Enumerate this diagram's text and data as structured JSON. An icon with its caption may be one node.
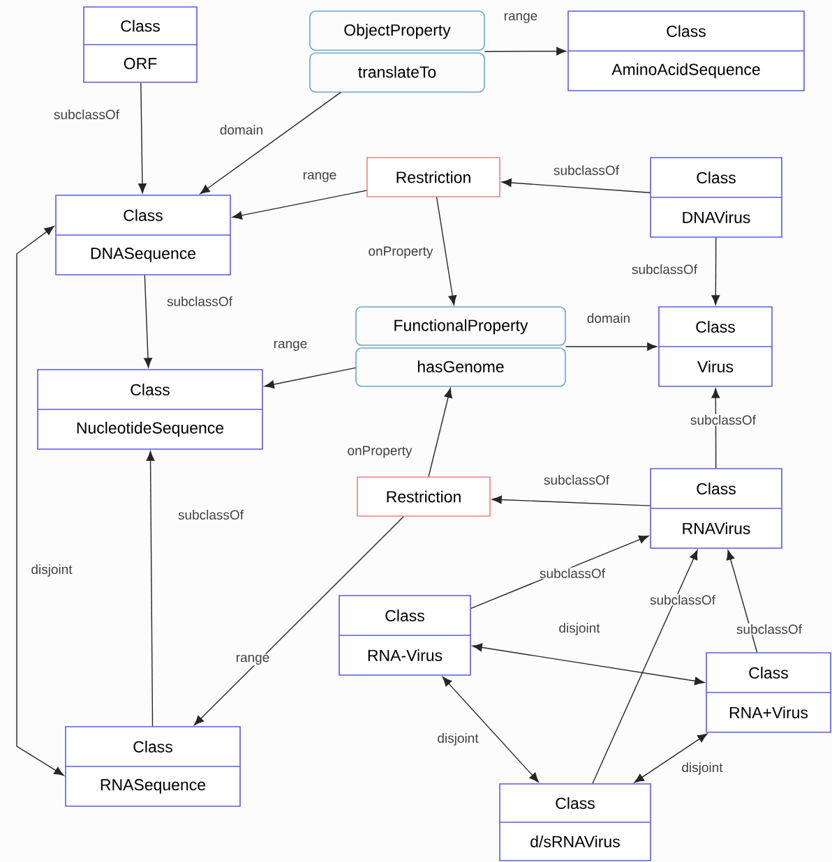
{
  "diagram": {
    "nodes": [
      {
        "text": [
          "Class",
          "ORF"
        ]
      },
      {
        "text": [
          "ObjectProperty",
          "translateTo"
        ]
      },
      {
        "text": [
          "Class",
          "AminoAcidSequence"
        ]
      },
      {
        "text": [
          "Restriction"
        ]
      },
      {
        "text": [
          "Class",
          "DNAVirus"
        ]
      },
      {
        "text": [
          "Class",
          "DNASequence"
        ]
      },
      {
        "text": [
          "FunctionalProperty",
          "hasGenome"
        ]
      },
      {
        "text": [
          "Class",
          "Virus"
        ]
      },
      {
        "text": [
          "Class",
          "NucleotideSequence"
        ]
      },
      {
        "text": [
          "Restriction"
        ]
      },
      {
        "text": [
          "Class",
          "RNAVirus"
        ]
      },
      {
        "text": [
          "Class",
          "RNA-Virus"
        ]
      },
      {
        "text": [
          "Class",
          "RNA+Virus"
        ]
      },
      {
        "text": [
          "Class",
          "RNASequence"
        ]
      },
      {
        "text": [
          "Class",
          "d/sRNAVirus"
        ]
      }
    ],
    "edges": [
      {
        "from": 0,
        "to": 5,
        "arrow": "to",
        "label": "subclassOf"
      },
      {
        "from": 1,
        "to": 5,
        "arrow": "to",
        "label": "domain"
      },
      {
        "from": 1,
        "to": 2,
        "arrow": "to",
        "label": "range"
      },
      {
        "from": 3,
        "to": 5,
        "arrow": "to",
        "label": "range"
      },
      {
        "from": 4,
        "to": 3,
        "arrow": "to",
        "label": "subclassOf"
      },
      {
        "from": 3,
        "to": 6,
        "arrow": "to",
        "label": "onProperty"
      },
      {
        "from": 4,
        "to": 7,
        "arrow": "to",
        "label": "subclassOf"
      },
      {
        "from": 5,
        "to": 8,
        "arrow": "to",
        "label": "subclassOf"
      },
      {
        "from": 6,
        "to": 8,
        "arrow": "to",
        "label": "range"
      },
      {
        "from": 6,
        "to": 7,
        "arrow": "to",
        "label": "domain"
      },
      {
        "from": 10,
        "to": 7,
        "arrow": "to",
        "label": "subclassOf"
      },
      {
        "from": 10,
        "to": 9,
        "arrow": "to",
        "label": "subclassOf"
      },
      {
        "from": 9,
        "to": 6,
        "arrow": "to",
        "label": "onProperty"
      },
      {
        "from": 9,
        "to": 13,
        "arrow": "to",
        "label": "range"
      },
      {
        "from": 13,
        "to": 8,
        "arrow": "to",
        "label": "subclassOf"
      },
      {
        "from": 5,
        "to": 13,
        "arrow": "both",
        "label": "disjoint"
      },
      {
        "from": 11,
        "to": 10,
        "arrow": "to",
        "label": "subclassOf"
      },
      {
        "from": 11,
        "to": 12,
        "arrow": "both",
        "label": "disjoint"
      },
      {
        "from": 14,
        "to": 10,
        "arrow": "to",
        "label": "subclassOf"
      },
      {
        "from": 12,
        "to": 10,
        "arrow": "to",
        "label": "subclassOf"
      },
      {
        "from": 11,
        "to": 14,
        "arrow": "both",
        "label": "disjoint"
      },
      {
        "from": 14,
        "to": 12,
        "arrow": "both",
        "label": "disjoint"
      }
    ]
  }
}
